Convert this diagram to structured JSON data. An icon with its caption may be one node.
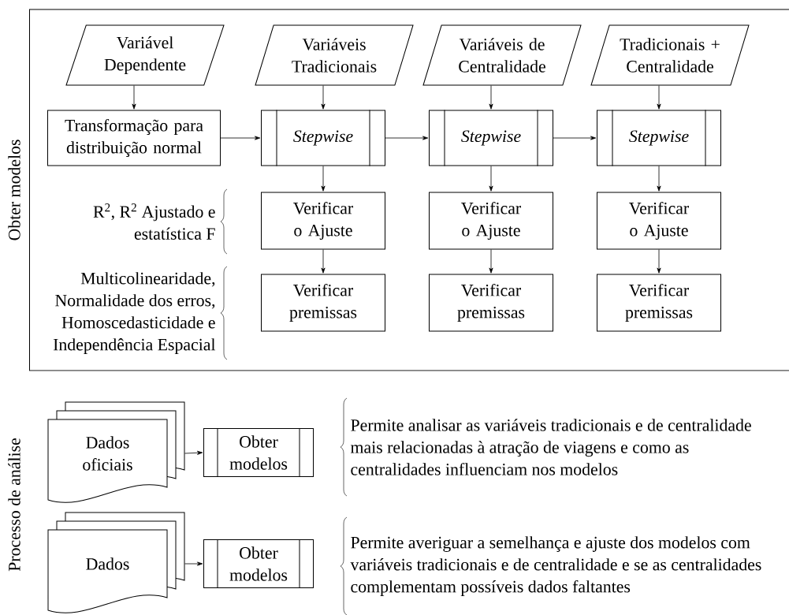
{
  "diagram": {
    "nodes": [
      {
        "text": [
          "Obter modelos"
        ]
      },
      {
        "text": [
          "Variável Dependente"
        ],
        "in": 0
      },
      {
        "text": [
          "Variáveis Tradicionais"
        ],
        "in": 0
      },
      {
        "text": [
          "Variáveis de Centralidade"
        ],
        "in": 0
      },
      {
        "text": [
          "Tradicionais + Centralidade"
        ],
        "in": 0
      },
      {
        "text": [
          "Transformação para distribuição normal"
        ],
        "in": 0
      },
      {
        "text": [
          "Stepwise"
        ],
        "in": 0
      },
      {
        "text": [
          "Stepwise"
        ],
        "in": 0
      },
      {
        "text": [
          "Stepwise"
        ],
        "in": 0
      },
      {
        "text": [
          "Verificar o Ajuste"
        ],
        "in": 0
      },
      {
        "text": [
          "Verificar o Ajuste"
        ],
        "in": 0
      },
      {
        "text": [
          "Verificar o Ajuste"
        ],
        "in": 0
      },
      {
        "text": [
          "Verificar premissas"
        ],
        "in": 0
      },
      {
        "text": [
          "Verificar premissas"
        ],
        "in": 0
      },
      {
        "text": [
          "Verificar premissas"
        ],
        "in": 0
      },
      {
        "text": [
          "Dados oficiais"
        ]
      },
      {
        "text": [
          "Obter modelos"
        ]
      },
      {
        "text": [
          "Dados"
        ]
      },
      {
        "text": [
          "Obter modelos"
        ]
      }
    ],
    "edges": [
      {
        "from": 1,
        "to": 5,
        "arrow": "to"
      },
      {
        "from": 2,
        "to": 6,
        "arrow": "to"
      },
      {
        "from": 3,
        "to": 7,
        "arrow": "to"
      },
      {
        "from": 4,
        "to": 8,
        "arrow": "to"
      },
      {
        "from": 5,
        "to": 6,
        "arrow": "to"
      },
      {
        "from": 6,
        "to": 7,
        "arrow": "to"
      },
      {
        "from": 7,
        "to": 8,
        "arrow": "to"
      },
      {
        "from": 6,
        "to": 9,
        "arrow": "to"
      },
      {
        "from": 7,
        "to": 10,
        "arrow": "to"
      },
      {
        "from": 8,
        "to": 11,
        "arrow": "to"
      },
      {
        "from": 9,
        "to": 12,
        "arrow": "to"
      },
      {
        "from": 10,
        "to": 13,
        "arrow": "to"
      },
      {
        "from": 11,
        "to": 14,
        "arrow": "to"
      },
      {
        "from": 15,
        "to": 16,
        "arrow": "to"
      },
      {
        "from": 17,
        "to": 18,
        "arrow": "to"
      }
    ],
    "labels": [
      "R$^{2}$, R$^{2}$ Ajustado e estatística F",
      "Multicolinearidade, Normalidade dos erros, Homoscedasticidade e Independência Espacial",
      "Processo de análise",
      "Permite analisar as variáveis tradicionais e de centralidade mais relacionadas à atração de viagens e como as centralidades influenciam nos modelos",
      "Permite averiguar a semelhança e ajuste dos modelos com variáveis tradicionais e de centralidade e se as centralidades complementam possíveis dados faltantes"
    ]
  }
}
